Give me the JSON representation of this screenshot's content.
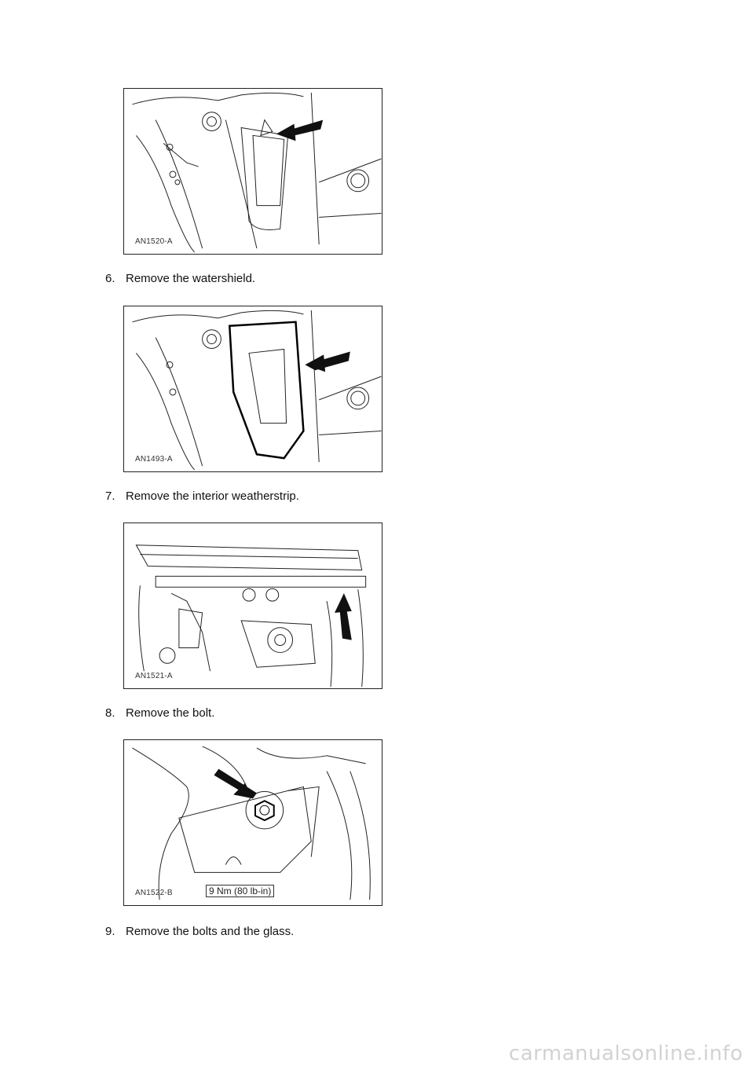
{
  "figures": [
    {
      "id": "AN1520-A"
    },
    {
      "id": "AN1493-A"
    },
    {
      "id": "AN1521-A"
    },
    {
      "id": "AN1522-B",
      "torque": "9 Nm (80 lb-in)"
    }
  ],
  "steps": [
    {
      "number": "6.",
      "text": "Remove the watershield."
    },
    {
      "number": "7.",
      "text": "Remove the interior weatherstrip."
    },
    {
      "number": "8.",
      "text": "Remove the bolt."
    },
    {
      "number": "9.",
      "text": "Remove the bolts and the glass."
    }
  ],
  "watermark": "carmanualsonline.info"
}
